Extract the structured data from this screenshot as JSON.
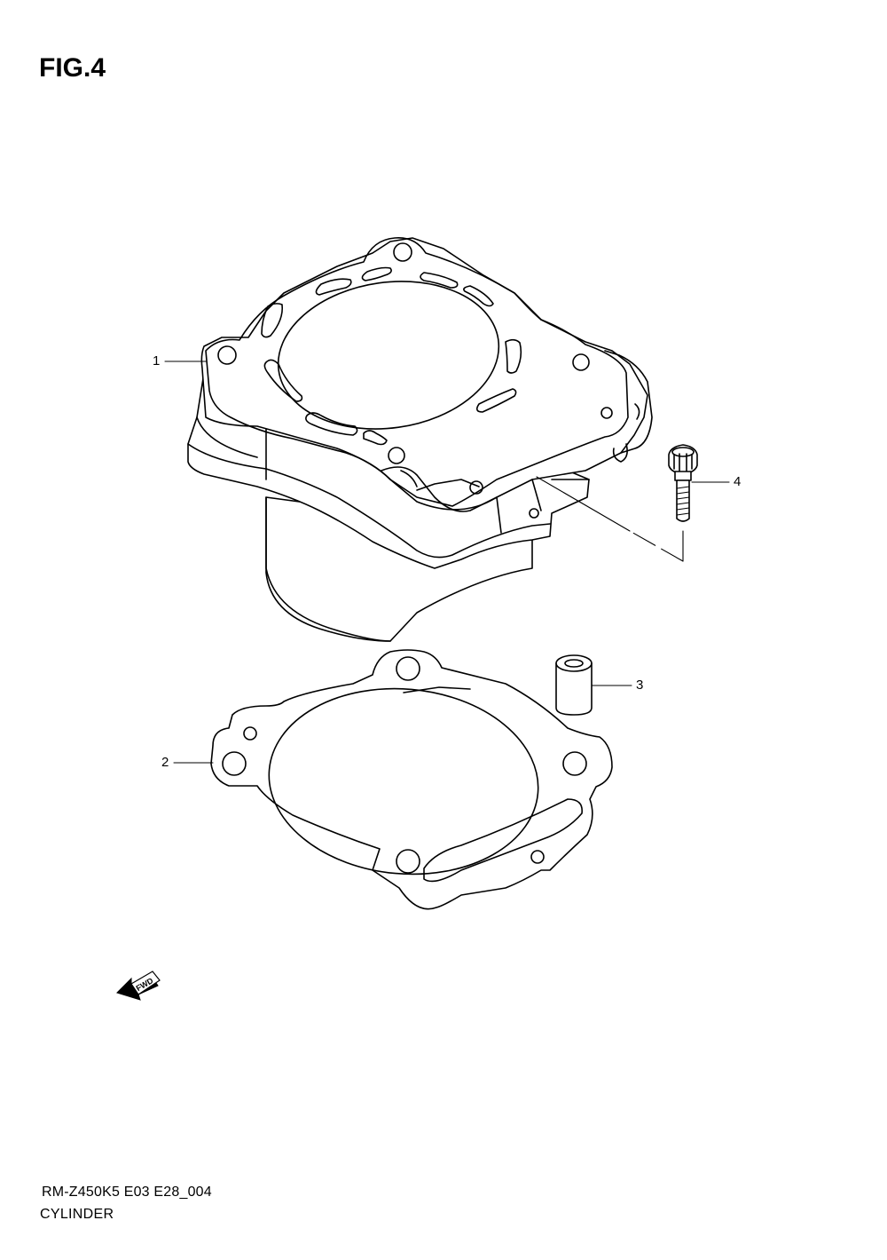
{
  "figure": {
    "title": "FIG.4"
  },
  "callouts": [
    {
      "id": "1",
      "label": "1"
    },
    {
      "id": "2",
      "label": "2"
    },
    {
      "id": "3",
      "label": "3"
    },
    {
      "id": "4",
      "label": "4"
    }
  ],
  "fwd_label": "FWD",
  "footer": {
    "code": "RM-Z450K5 E03 E28_004",
    "name": "CYLINDER"
  }
}
